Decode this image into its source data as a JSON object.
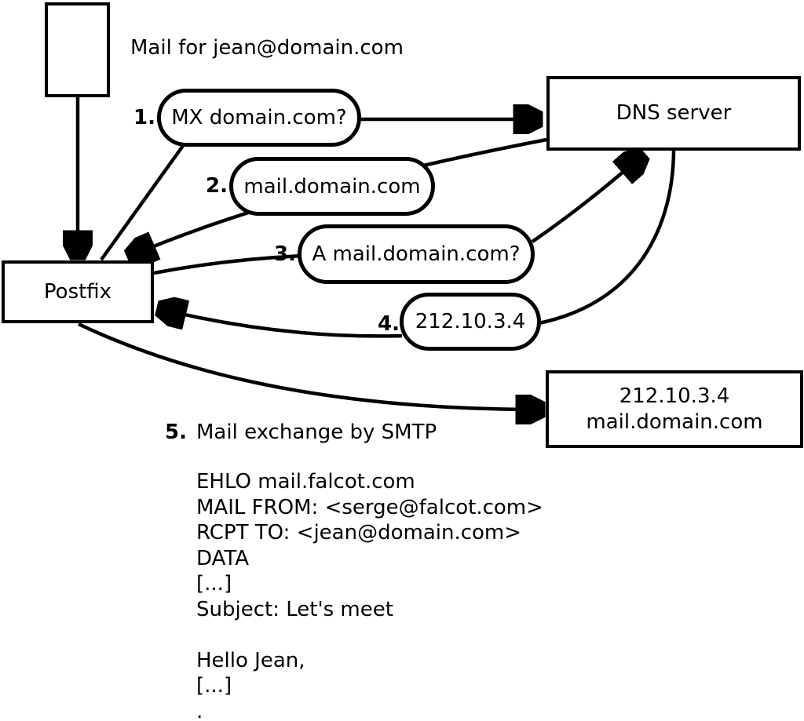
{
  "colors": {
    "ink": "#000000",
    "paper": "#ffffff"
  },
  "header": {
    "mail_for": "Mail for jean@domain.com"
  },
  "nodes": {
    "postfix": "Postfix",
    "dns_server": "DNS server",
    "mail_server": {
      "ip": "212.10.3.4",
      "hostname": "mail.domain.com"
    }
  },
  "steps": [
    {
      "num": "1.",
      "label": "MX domain.com?"
    },
    {
      "num": "2.",
      "label": "mail.domain.com"
    },
    {
      "num": "3.",
      "label": "A mail.domain.com?"
    },
    {
      "num": "4.",
      "label": "212.10.3.4"
    },
    {
      "num": "5.",
      "label": "Mail exchange by SMTP"
    }
  ],
  "smtp_session": {
    "lines": [
      "EHLO mail.falcot.com",
      "MAIL FROM: <serge@falcot.com>",
      "RCPT TO: <jean@domain.com>",
      "DATA",
      "[...]",
      "Subject: Let's meet",
      "",
      "Hello Jean,",
      "[...]",
      "."
    ]
  }
}
